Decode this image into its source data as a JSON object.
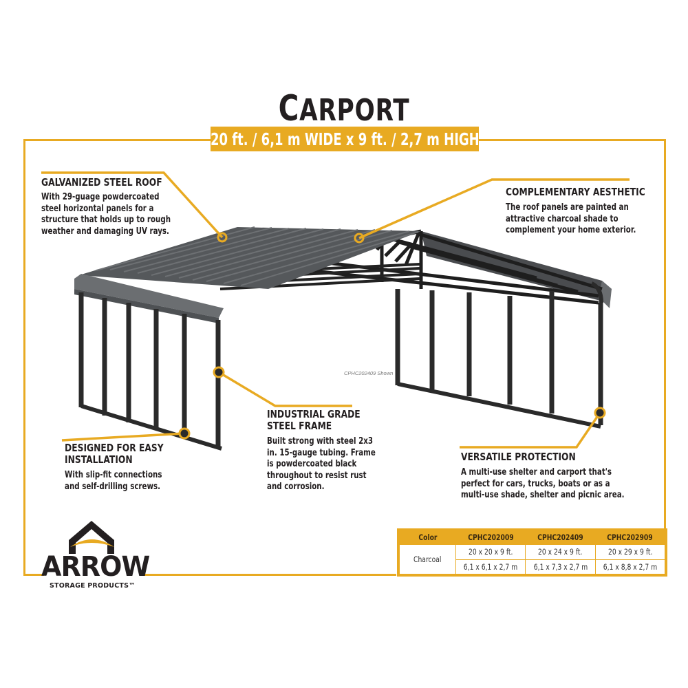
{
  "header": {
    "title_first": "C",
    "title_rest": "ARPORT",
    "dimensions_banner": "20 ft. / 6,1 m  WIDE  x  9 ft. / 2,7 m HIGH"
  },
  "features": [
    {
      "heading": "GALVANIZED STEEL ROOF",
      "lines": [
        "With 29-guage powdercoated",
        "steel horizontal panels for a",
        "structure that holds up to rough",
        "weather and damaging UV rays."
      ]
    },
    {
      "heading": "COMPLEMENTARY AESTHETIC",
      "lines": [
        "The roof panels are painted an",
        "attractive charcoal shade to",
        "complement your home exterior."
      ]
    },
    {
      "heading_lines": [
        "INDUSTRIAL GRADE",
        "STEEL FRAME"
      ],
      "lines": [
        "Built strong with steel 2x3",
        "in. 15-gauge tubing. Frame",
        "is powdercoated black",
        "throughout to resist rust",
        "and corrosion."
      ]
    },
    {
      "heading_lines": [
        "DESIGNED FOR EASY",
        "INSTALLATION"
      ],
      "lines": [
        "With slip-fit connections",
        "and self-drilling screws."
      ]
    },
    {
      "heading": "VERSATILE PROTECTION",
      "lines": [
        "A multi-use shelter and carport that's",
        "perfect for cars, trucks, boats or as a",
        "multi-use shade, shelter and picnic area."
      ]
    }
  ],
  "image_caption": "CPHC202409 Shown",
  "spec_table": {
    "headers": [
      "Color",
      "CPHC202009",
      "CPHC202409",
      "CPHC202909"
    ],
    "color": "Charcoal",
    "imperial": [
      "20 x 20 x 9 ft.",
      "20 x 24 x 9 ft.",
      "20 x 29 x 9 ft."
    ],
    "metric": [
      "6,1 x 6,1 x 2,7 m",
      "6,1 x 7,3 x 2,7 m",
      "6,1 x 8,8 x 2,7 m"
    ]
  },
  "logo": {
    "wordmark": "ARROW",
    "subtitle": "STORAGE PRODUCTS™"
  },
  "colors": {
    "accent": "#e8aa22",
    "text": "#231f20",
    "roof": "#5a5d60",
    "frame": "#2a2a2a"
  }
}
